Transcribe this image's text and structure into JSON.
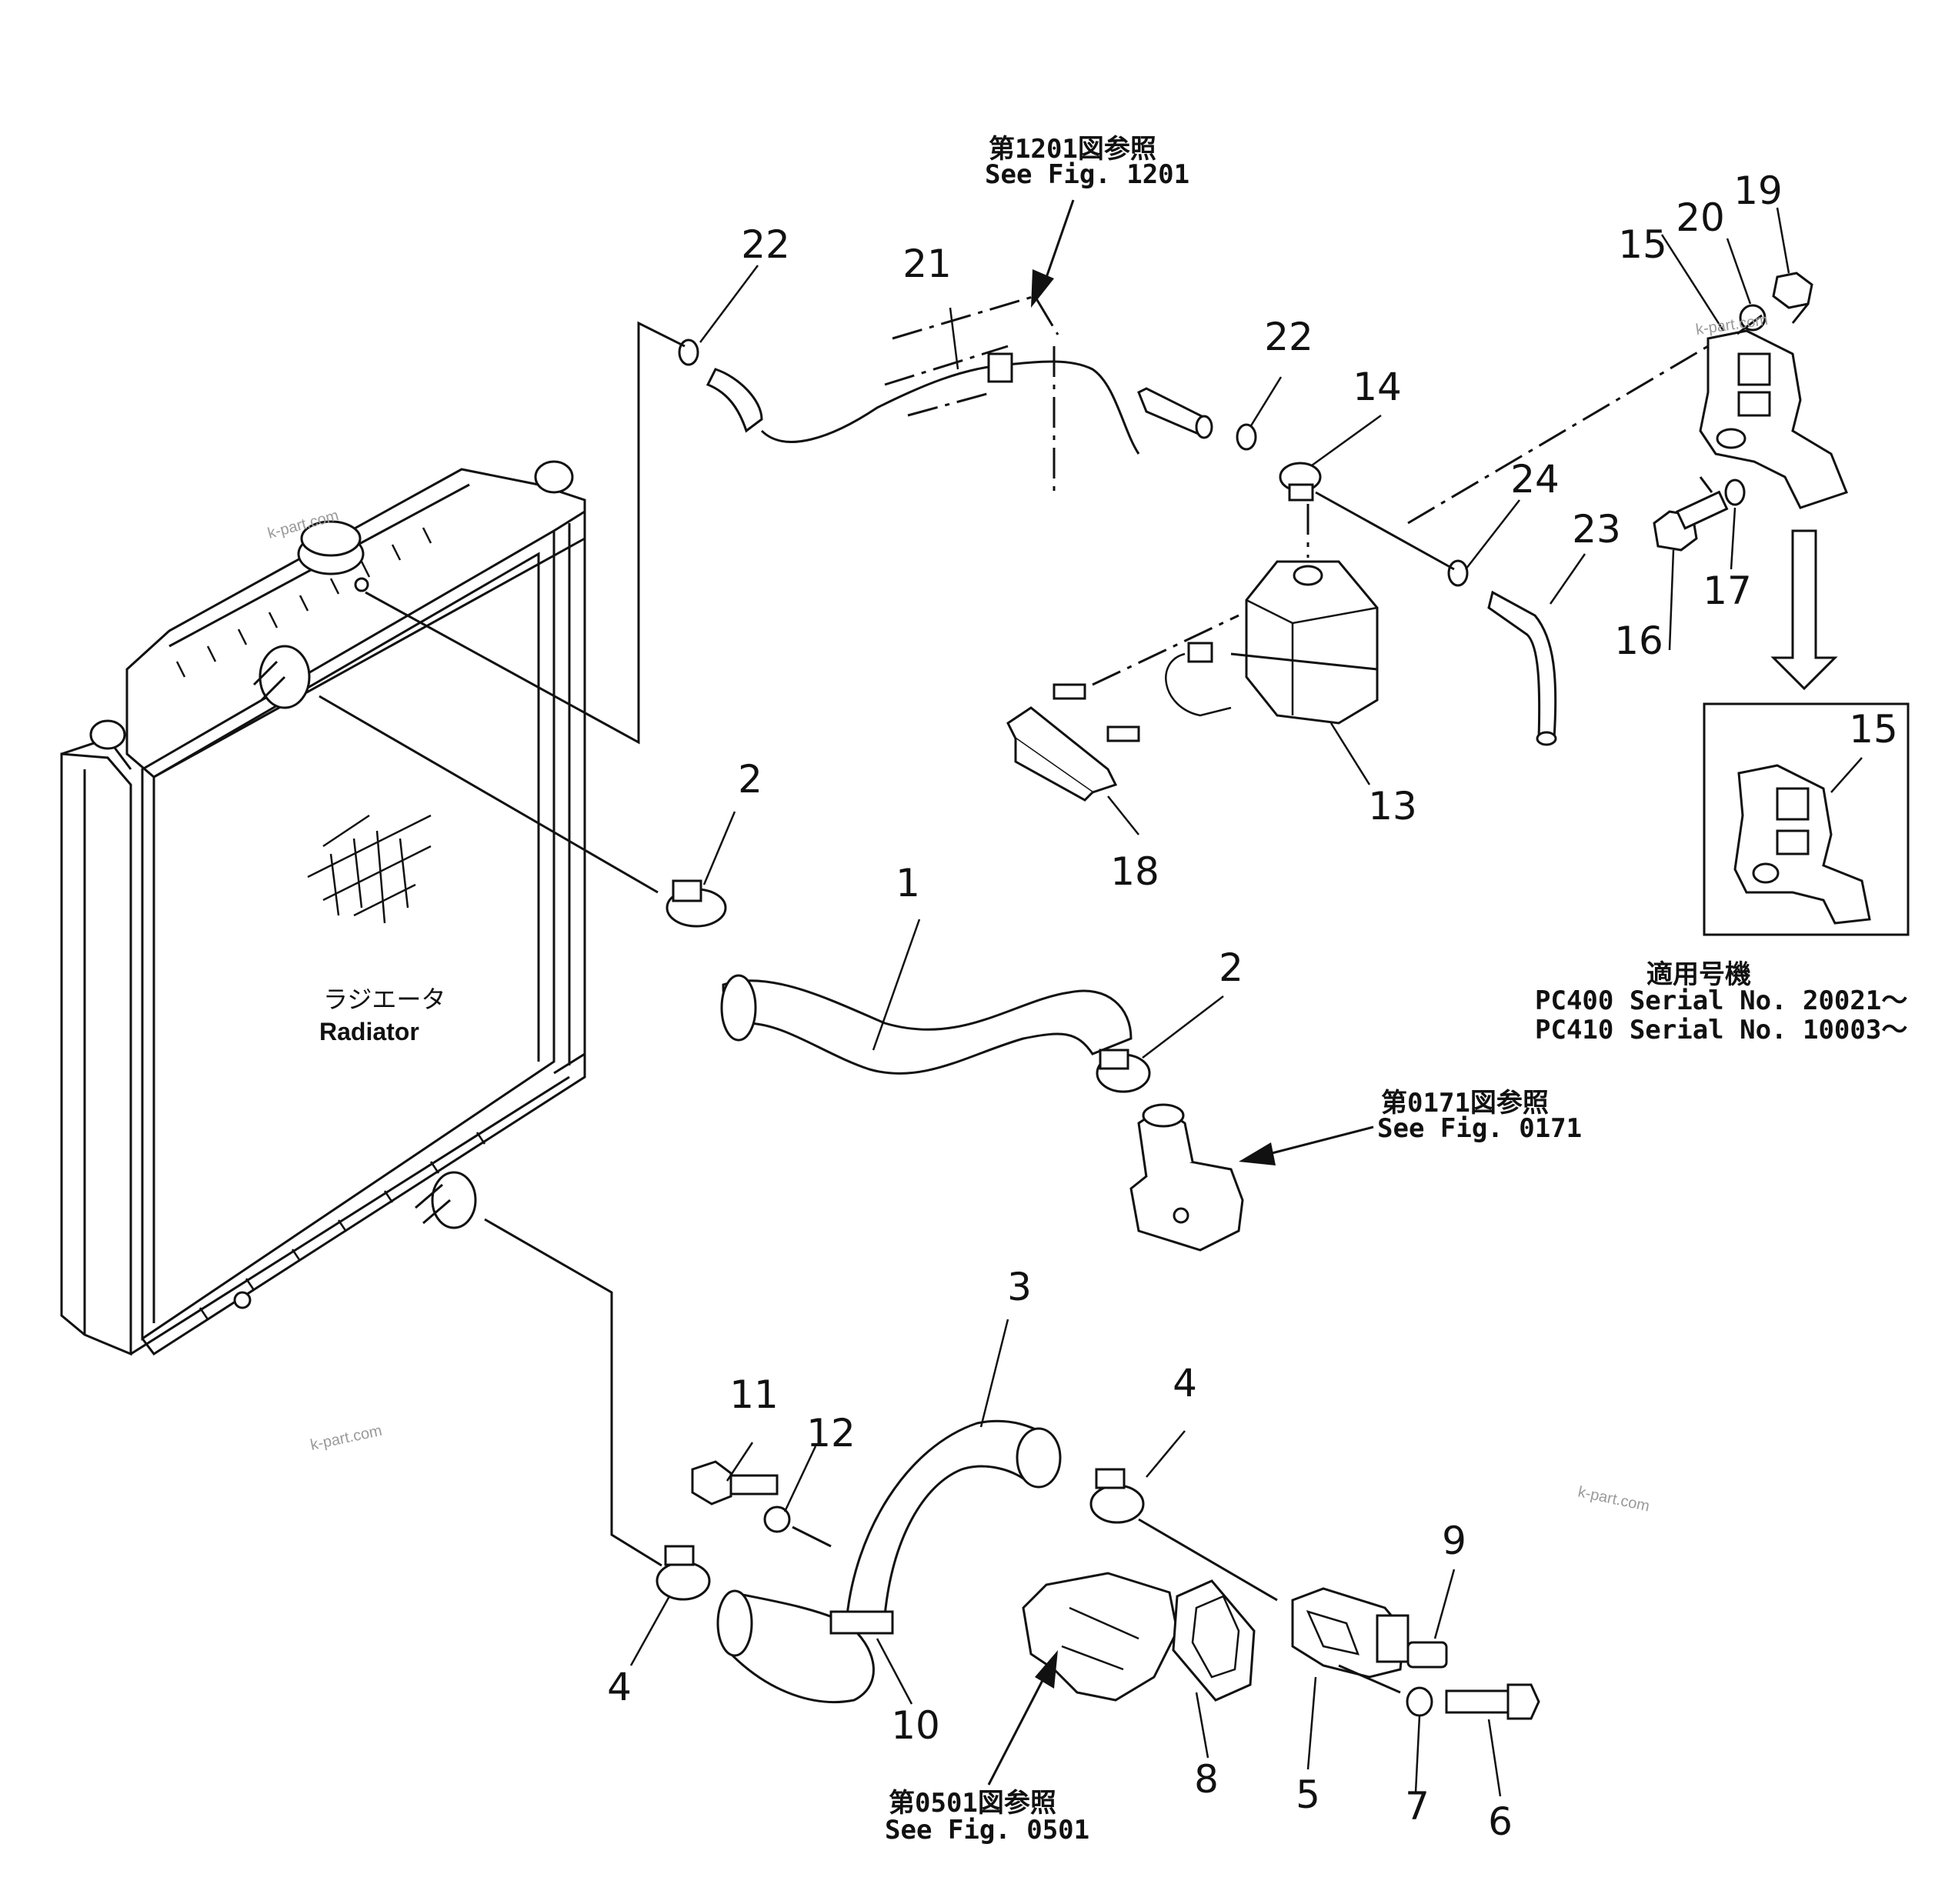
{
  "refs": {
    "fig1201": {
      "ja": "第1201図参照",
      "en": "See  Fig.  1201"
    },
    "fig0171": {
      "ja": "第0171図参照",
      "en": "See  Fig.  0171"
    },
    "fig0501": {
      "ja": "第0501図参照",
      "en": "See  Fig.  0501"
    }
  },
  "radiator": {
    "ja": "ラジエータ",
    "en": "Radiator"
  },
  "applicability": {
    "title": "適用号機",
    "line1": "PC400  Serial  No.  20021～",
    "line2": "PC410  Serial  No.  10003～"
  },
  "watermark": "k-part.com",
  "callouts": {
    "p1": "1",
    "p2a": "2",
    "p2b": "2",
    "p3": "3",
    "p4a": "4",
    "p4b": "4",
    "p5": "5",
    "p6": "6",
    "p7": "7",
    "p8": "8",
    "p9": "9",
    "p10": "10",
    "p11": "11",
    "p12": "12",
    "p13": "13",
    "p14": "14",
    "p15a": "15",
    "p15b": "15",
    "p16": "16",
    "p17": "17",
    "p18": "18",
    "p19": "19",
    "p20": "20",
    "p21": "21",
    "p22a": "22",
    "p22b": "22",
    "p23": "23",
    "p24": "24"
  }
}
